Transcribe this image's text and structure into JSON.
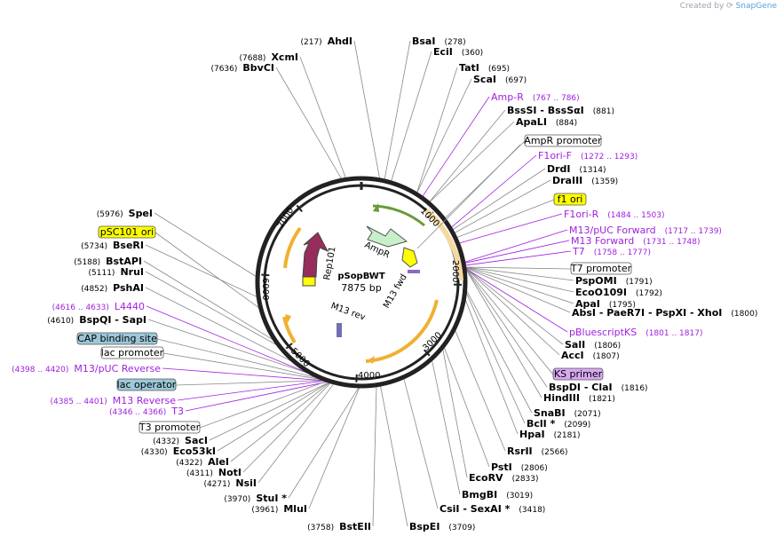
{
  "credit": {
    "prefix": "Created by",
    "brand": "SnapGene"
  },
  "plasmid": {
    "name": "pSopBWT",
    "size": "7875 bp"
  },
  "ticks": [
    "1000",
    "2000",
    "3000",
    "4000",
    "5000",
    "6000",
    "7000"
  ],
  "inner_features": [
    {
      "name": "AmpR"
    },
    {
      "name": "M13 fwd"
    },
    {
      "name": "Rep101"
    },
    {
      "name": "M13 rev"
    }
  ],
  "enzymes": [
    {
      "name": "AhdI",
      "pos": "(217)"
    },
    {
      "name": "BsaI",
      "pos": "(278)"
    },
    {
      "name": "EciI",
      "pos": "(360)"
    },
    {
      "name": "TatI",
      "pos": "(695)"
    },
    {
      "name": "ScaI",
      "pos": "(697)"
    },
    {
      "name": "BssSI  - BssSαI",
      "pos": "(881)"
    },
    {
      "name": "ApaLI",
      "pos": "(884)"
    },
    {
      "name": "DrdI",
      "pos": "(1314)"
    },
    {
      "name": "DraIII",
      "pos": "(1359)"
    },
    {
      "name": "PspOMI",
      "pos": "(1791)"
    },
    {
      "name": "EcoO109I",
      "pos": "(1792)"
    },
    {
      "name": "ApaI",
      "pos": "(1795)"
    },
    {
      "name": "AbsI  - PaeR7I  - PspXI  - XhoI",
      "pos": "(1800)"
    },
    {
      "name": "SalI",
      "pos": "(1806)"
    },
    {
      "name": "AccI",
      "pos": "(1807)"
    },
    {
      "name": "BspDI  - ClaI",
      "pos": "(1816)"
    },
    {
      "name": "HindIII",
      "pos": "(1821)"
    },
    {
      "name": "SnaBI",
      "pos": "(2071)"
    },
    {
      "name": "BclI *",
      "pos": "(2099)"
    },
    {
      "name": "HpaI",
      "pos": "(2181)"
    },
    {
      "name": "RsrII",
      "pos": "(2566)"
    },
    {
      "name": "PstI",
      "pos": "(2806)"
    },
    {
      "name": "EcoRV",
      "pos": "(2833)"
    },
    {
      "name": "BmgBI",
      "pos": "(3019)"
    },
    {
      "name": "CsiI  - SexAI *",
      "pos": "(3418)"
    },
    {
      "name": "BspEI",
      "pos": "(3709)"
    },
    {
      "name": "BstEII",
      "pos": "(3758)"
    },
    {
      "name": "MluI",
      "pos": "(3961)"
    },
    {
      "name": "StuI *",
      "pos": "(3970)"
    },
    {
      "name": "NsiI",
      "pos": "(4271)"
    },
    {
      "name": "NotI",
      "pos": "(4311)"
    },
    {
      "name": "AleI",
      "pos": "(4322)"
    },
    {
      "name": "Eco53kI",
      "pos": "(4330)"
    },
    {
      "name": "SacI",
      "pos": "(4332)"
    },
    {
      "name": "BspQI  - SapI",
      "pos": "(4610)"
    },
    {
      "name": "PshAI",
      "pos": "(4852)"
    },
    {
      "name": "NruI",
      "pos": "(5111)"
    },
    {
      "name": "BstAPI",
      "pos": "(5188)"
    },
    {
      "name": "BseRI",
      "pos": "(5734)"
    },
    {
      "name": "SpeI",
      "pos": "(5976)"
    },
    {
      "name": "BbvCI",
      "pos": "(7636)"
    },
    {
      "name": "XcmI",
      "pos": "(7688)"
    }
  ],
  "primers": [
    {
      "name": "Amp-R",
      "pos": "(767 .. 786)"
    },
    {
      "name": "F1ori-F",
      "pos": "(1272 .. 1293)"
    },
    {
      "name": "F1ori-R",
      "pos": "(1484 .. 1503)"
    },
    {
      "name": "M13/pUC Forward",
      "pos": "(1717 .. 1739)"
    },
    {
      "name": "M13 Forward",
      "pos": "(1731 .. 1748)"
    },
    {
      "name": "T7",
      "pos": "(1758 .. 1777)"
    },
    {
      "name": "pBluescriptKS",
      "pos": "(1801 .. 1817)"
    },
    {
      "name": "L4440",
      "pos": "(4616 .. 4633)"
    },
    {
      "name": "M13/pUC Reverse",
      "pos": "(4398 .. 4420)"
    },
    {
      "name": "M13 Reverse",
      "pos": "(4385 .. 4401)"
    },
    {
      "name": "T3",
      "pos": "(4346 .. 4366)"
    }
  ],
  "boxes": [
    {
      "name": "AmpR promoter",
      "fill": "#ffffff"
    },
    {
      "name": "f1 ori",
      "fill": "#ffff00"
    },
    {
      "name": "T7 promoter",
      "fill": "#ffffff"
    },
    {
      "name": "KS primer",
      "fill": "#d8a8f0"
    },
    {
      "name": "pSC101 ori",
      "fill": "#ffff00"
    },
    {
      "name": "CAP binding site",
      "fill": "#9cc8d8"
    },
    {
      "name": "lac promoter",
      "fill": "#ffffff"
    },
    {
      "name": "lac operator",
      "fill": "#9cc8d8"
    },
    {
      "name": "T3 promoter",
      "fill": "#ffffff"
    }
  ],
  "colors": {
    "backbone": "#222222",
    "enzyme_line": "#888888",
    "primer": "#a020e0",
    "orf": "#f0b030",
    "ampr": "#c8f0c8",
    "rep": "#962d5a",
    "fwd": "#ffff00"
  }
}
